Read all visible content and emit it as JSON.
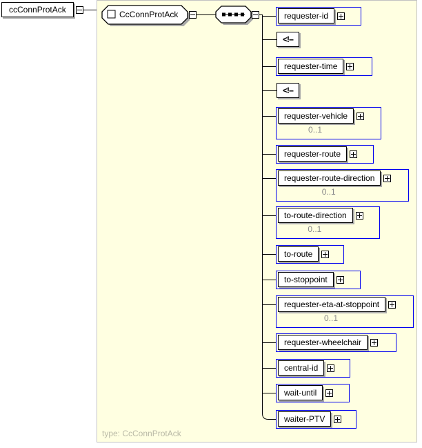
{
  "diagram": {
    "root_element": {
      "label": "ccConnProtAck"
    },
    "complex_type": {
      "name": "CcConnProtAck",
      "annotation": "type: CcConnProtAck"
    },
    "compositor": "sequence",
    "comment_indicator": "<!--",
    "colors": {
      "panel_background": "#ffffe1",
      "panel_border": "#c2c2c2",
      "highlight_blue": "#0000f0",
      "box_shadow_gray": "#a9a9a9",
      "cardinality_gray": "#8a8a8a",
      "annotation_gray": "#b9b9a6"
    },
    "children": [
      {
        "kind": "element",
        "label": "requester-id",
        "cardinality": ""
      },
      {
        "kind": "comment",
        "label": "<!--",
        "cardinality": ""
      },
      {
        "kind": "element",
        "label": "requester-time",
        "cardinality": ""
      },
      {
        "kind": "comment",
        "label": "<!--",
        "cardinality": ""
      },
      {
        "kind": "element",
        "label": "requester-vehicle",
        "cardinality": "0..1"
      },
      {
        "kind": "element",
        "label": "requester-route",
        "cardinality": ""
      },
      {
        "kind": "element",
        "label": "requester-route-direction",
        "cardinality": "0..1"
      },
      {
        "kind": "element",
        "label": "to-route-direction",
        "cardinality": "0..1"
      },
      {
        "kind": "element",
        "label": "to-route",
        "cardinality": ""
      },
      {
        "kind": "element",
        "label": "to-stoppoint",
        "cardinality": ""
      },
      {
        "kind": "element",
        "label": "requester-eta-at-stoppoint",
        "cardinality": "0..1"
      },
      {
        "kind": "element",
        "label": "requester-wheelchair",
        "cardinality": ""
      },
      {
        "kind": "element",
        "label": "central-id",
        "cardinality": ""
      },
      {
        "kind": "element",
        "label": "wait-until",
        "cardinality": ""
      },
      {
        "kind": "element",
        "label": "waiter-PTV",
        "cardinality": ""
      }
    ]
  }
}
